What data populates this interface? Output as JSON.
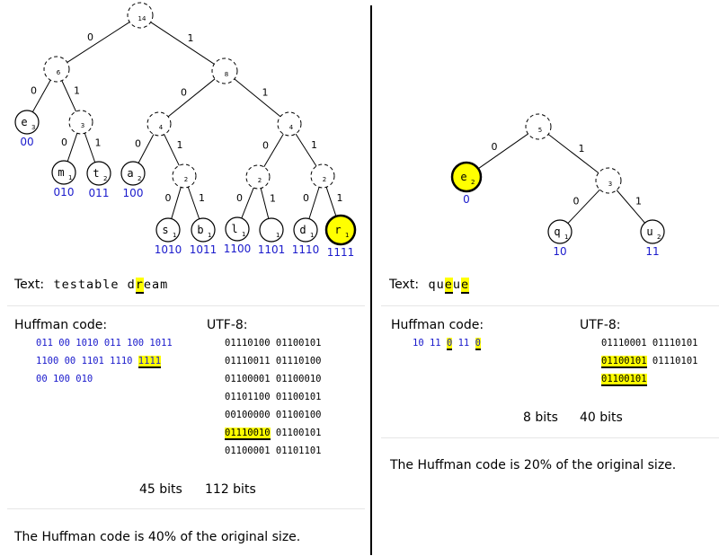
{
  "left": {
    "text_label": "Text:",
    "text_segments": [
      {
        "t": "testable d",
        "hl": false
      },
      {
        "t": "r",
        "hl": true
      },
      {
        "t": "eam",
        "hl": false
      }
    ],
    "huffman_heading": "Huffman code:",
    "utf8_heading": "UTF-8:",
    "huffman_lines": [
      [
        {
          "t": "011 00 1010 011 100 1011",
          "hl": false
        }
      ],
      [
        {
          "t": "1100 00 1101 1110 ",
          "hl": false
        },
        {
          "t": "1111",
          "hl": true
        }
      ],
      [
        {
          "t": "00 100 010",
          "hl": false
        }
      ]
    ],
    "utf8_lines": [
      [
        {
          "t": "01110100 01100101",
          "hl": false
        }
      ],
      [
        {
          "t": "01110011 01110100",
          "hl": false
        }
      ],
      [
        {
          "t": "01100001 01100010",
          "hl": false
        }
      ],
      [
        {
          "t": "01101100 01100101",
          "hl": false
        }
      ],
      [
        {
          "t": "00100000 01100100",
          "hl": false
        }
      ],
      [
        {
          "t": "01110010",
          "hl": true
        },
        {
          "t": " 01100101",
          "hl": false
        }
      ],
      [
        {
          "t": "01100001 01101101",
          "hl": false
        }
      ]
    ],
    "huffman_bits": "45 bits",
    "utf8_bits": "112 bits",
    "summary": "The Huffman code is 40% of the original size.",
    "tree": {
      "internal": [
        {
          "id": "root",
          "count": "14"
        },
        {
          "id": "n0",
          "count": "6"
        },
        {
          "id": "n1",
          "count": "8"
        },
        {
          "id": "n01",
          "count": "3"
        },
        {
          "id": "n10",
          "count": "4"
        },
        {
          "id": "n11",
          "count": "4"
        },
        {
          "id": "n101",
          "count": "2"
        },
        {
          "id": "n110",
          "count": "2"
        },
        {
          "id": "n111",
          "count": "2"
        }
      ],
      "leaves": [
        {
          "id": "e",
          "char": "e",
          "count": "3",
          "code": "00",
          "highlight": false
        },
        {
          "id": "m",
          "char": "m",
          "count": "1",
          "code": "010",
          "highlight": false
        },
        {
          "id": "t",
          "char": "t",
          "count": "2",
          "code": "011",
          "highlight": false
        },
        {
          "id": "a",
          "char": "a",
          "count": "2",
          "code": "100",
          "highlight": false
        },
        {
          "id": "s",
          "char": "s",
          "count": "1",
          "code": "1010",
          "highlight": false
        },
        {
          "id": "b",
          "char": "b",
          "count": "1",
          "code": "1011",
          "highlight": false
        },
        {
          "id": "l",
          "char": "l",
          "count": "1",
          "code": "1100",
          "highlight": false
        },
        {
          "id": "sp",
          "char": "",
          "count": "1",
          "code": "1101",
          "highlight": false
        },
        {
          "id": "d",
          "char": "d",
          "count": "1",
          "code": "1110",
          "highlight": false
        },
        {
          "id": "r",
          "char": "r",
          "count": "1",
          "code": "1111",
          "highlight": true
        }
      ],
      "edge_labels": {
        "zero": "0",
        "one": "1"
      }
    }
  },
  "right": {
    "text_label": "Text:",
    "text_segments": [
      {
        "t": "qu",
        "hl": false
      },
      {
        "t": "e",
        "hl": true
      },
      {
        "t": "u",
        "hl": false
      },
      {
        "t": "e",
        "hl": true
      }
    ],
    "huffman_heading": "Huffman code:",
    "utf8_heading": "UTF-8:",
    "huffman_lines": [
      [
        {
          "t": "10 11 ",
          "hl": false
        },
        {
          "t": "0",
          "hl": true
        },
        {
          "t": " 11 ",
          "hl": false
        },
        {
          "t": "0",
          "hl": true
        }
      ]
    ],
    "utf8_lines": [
      [
        {
          "t": "01110001 01110101",
          "hl": false
        }
      ],
      [
        {
          "t": "01100101",
          "hl": true
        },
        {
          "t": " 01110101",
          "hl": false
        }
      ],
      [
        {
          "t": "01100101",
          "hl": true
        }
      ]
    ],
    "huffman_bits": "8 bits",
    "utf8_bits": "40 bits",
    "summary": "The Huffman code is 20% of the original size.",
    "tree": {
      "internal": [
        {
          "id": "root",
          "count": "5"
        },
        {
          "id": "n1",
          "count": "3"
        }
      ],
      "leaves": [
        {
          "id": "e",
          "char": "e",
          "count": "2",
          "code": "0",
          "highlight": true
        },
        {
          "id": "q",
          "char": "q",
          "count": "1",
          "code": "10",
          "highlight": false
        },
        {
          "id": "u",
          "char": "u",
          "count": "2",
          "code": "11",
          "highlight": false
        }
      ],
      "edge_labels": {
        "zero": "0",
        "one": "1"
      }
    }
  }
}
